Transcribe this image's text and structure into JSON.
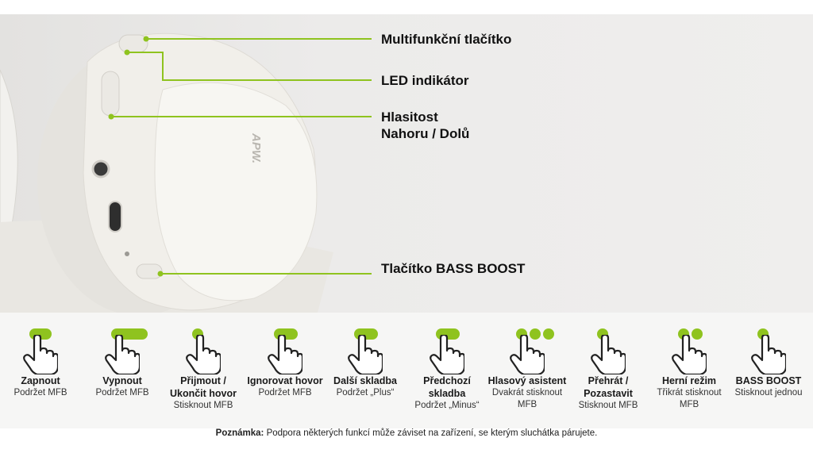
{
  "callouts": [
    {
      "label": "Multifunkční tlačítko"
    },
    {
      "label": "LED indikátor"
    },
    {
      "label": "Hlasitost\nNahoru / Dolů"
    },
    {
      "label": "Tlačítko BASS BOOST"
    }
  ],
  "brand_text": "APW.",
  "gestures": [
    {
      "title": "Zapnout",
      "sub": "Podržet MFB",
      "indicator": "pill-short"
    },
    {
      "title": "Vypnout",
      "sub": "Podržet MFB",
      "indicator": "pill-long"
    },
    {
      "title": "Přijmout /\nUkončit hovor",
      "sub": "Stisknout MFB",
      "indicator": "dot-1"
    },
    {
      "title": "Ignorovat hovor",
      "sub": "Podržet MFB",
      "indicator": "pill-short"
    },
    {
      "title": "Další skladba",
      "sub": "Podržet „Plus“",
      "indicator": "pill-short"
    },
    {
      "title": "Předchozí\nskladba",
      "sub": "Podržet „Minus“",
      "indicator": "pill-short"
    },
    {
      "title": "Hlasový asistent",
      "sub": "Dvakrát stisknout\nMFB",
      "indicator": "dot-3"
    },
    {
      "title": "Přehrát /\nPozastavit",
      "sub": "Stisknout MFB",
      "indicator": "dot-1"
    },
    {
      "title": "Herní režim",
      "sub": "Třikrát stisknout\nMFB",
      "indicator": "dot-2"
    },
    {
      "title": "BASS BOOST",
      "sub": "Stisknout jednou",
      "indicator": "dot-1"
    }
  ],
  "note": {
    "label": "Poznámka:",
    "text": " Podpora některých funkcí může záviset na zařízení, se kterým sluchátka párujete."
  },
  "colors": {
    "accent": "#8fc31f",
    "headphone": "#eeece7"
  }
}
